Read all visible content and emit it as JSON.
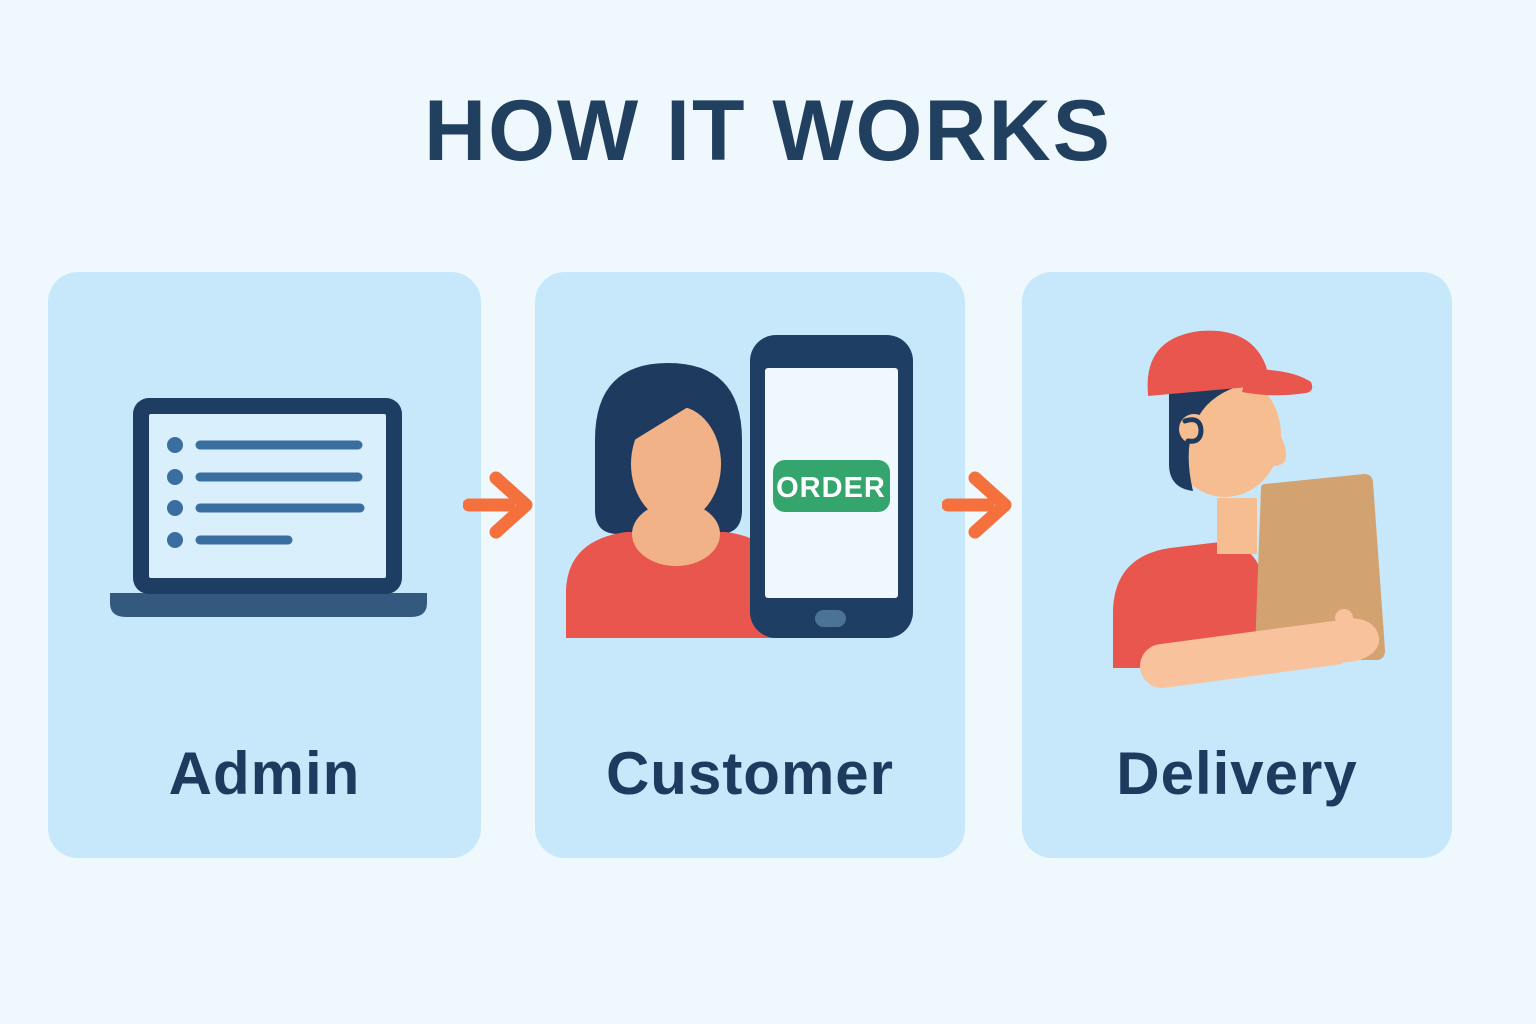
{
  "title": "HOW IT WORKS",
  "colors": {
    "background": "#eef8fd",
    "card": "#c7e8fa",
    "navy": "#1e3a5e",
    "navy_deep": "#1d3e62",
    "blue_lines": "#3a6da0",
    "laptop_base": "#33597f",
    "screen_light": "#d9f0fc",
    "phone_screen": "#eef8fd",
    "home_button": "#4a7396",
    "red": "#e8564e",
    "skin_woman": "#f2b287",
    "skin_man": "#f6bd90",
    "green": "#34a56c",
    "orange": "#f4703d",
    "tan": "#d3a271",
    "white": "#ffffff"
  },
  "cards": [
    {
      "label": "Admin",
      "icon": "laptop-icon"
    },
    {
      "label": "Customer",
      "icon": "customer-with-phone-icon",
      "phone_button_label": "ORDER"
    },
    {
      "label": "Delivery",
      "icon": "delivery-person-with-package-icon"
    }
  ],
  "arrows": [
    {
      "icon": "arrow-right-icon"
    },
    {
      "icon": "arrow-right-icon"
    }
  ]
}
